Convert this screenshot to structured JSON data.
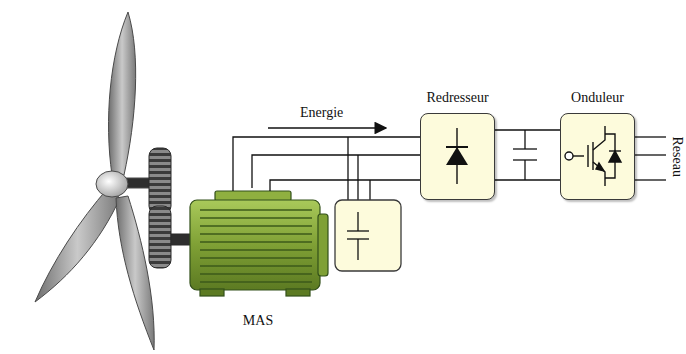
{
  "diagram": {
    "nodes": [
      {
        "text": [
          "MAS"
        ]
      },
      {
        "text": [
          "Redresseur"
        ]
      },
      {
        "text": [
          "Onduleur"
        ]
      }
    ],
    "edges": [
      {
        "from": 0,
        "to": 1,
        "arrow": "none"
      },
      {
        "from": 1,
        "to": 2,
        "arrow": "none"
      }
    ],
    "labels": [
      "Energie",
      "Reseau"
    ]
  }
}
